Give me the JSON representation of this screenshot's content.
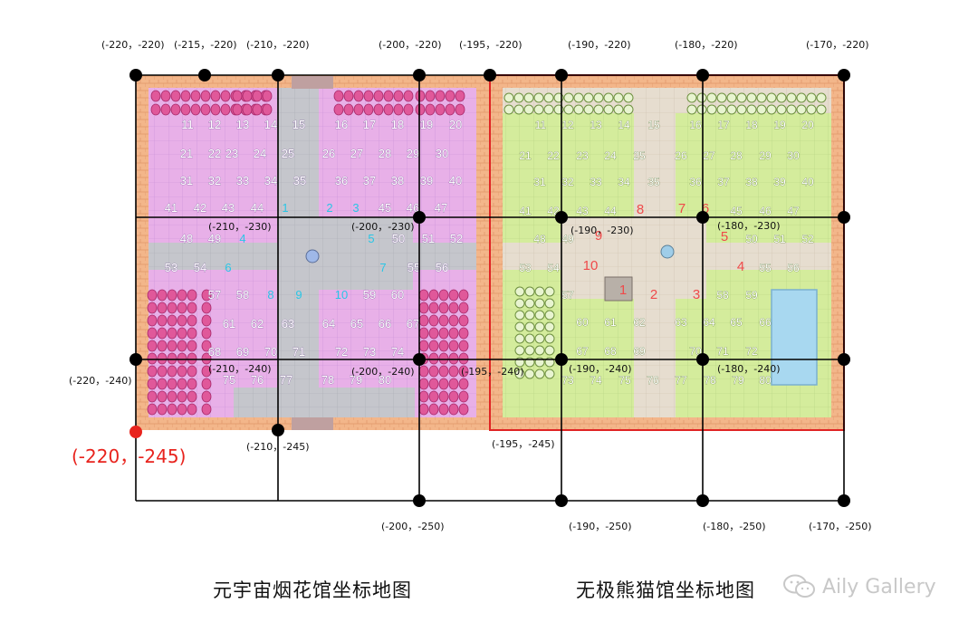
{
  "colors": {
    "pink_park_floor": "#e6a8e6",
    "green_park_floor": "#cfe89a",
    "paving": "#c7c7cc",
    "border_tiles": "#f4b98a",
    "red_frame": "#e02424",
    "origin_marker": "#e8231d"
  },
  "top_labels": [
    "(-220，-220)",
    "(-215，-220)",
    "(-210，-220)",
    "(-200，-220)",
    "(-195，-220)",
    "(-190，-220)",
    "(-180，-220)",
    "(-170，-220)"
  ],
  "mid_labels": [
    "(-210，-230)",
    "(-200，-230)",
    "(-190，-230)",
    "(-180，-230)"
  ],
  "row240_labels": [
    "(-220，-240)",
    "(-210，-240)",
    "(-200，-240)",
    "(-195，-240)",
    "(-190，-240)",
    "(-180，-240)"
  ],
  "row245_labels": [
    "(-210，-245)",
    "(-195，-245)"
  ],
  "origin_label": "(-220，-245)",
  "bottom_labels": [
    "(-200，-250)",
    "(-190，-250)",
    "(-180，-250)",
    "(-170，-250)"
  ],
  "left_map": {
    "title": "元宇宙烟花馆坐标地图",
    "plots": [
      11,
      12,
      13,
      14,
      15,
      16,
      17,
      18,
      19,
      20,
      21,
      22,
      23,
      24,
      25,
      26,
      27,
      28,
      29,
      30,
      31,
      32,
      33,
      34,
      35,
      36,
      37,
      38,
      39,
      40,
      41,
      42,
      43,
      44,
      45,
      46,
      47,
      48,
      49,
      50,
      51,
      52,
      53,
      54,
      55,
      56,
      57,
      58,
      59,
      60,
      61,
      62,
      63,
      64,
      65,
      66,
      67,
      68,
      69,
      70,
      71,
      72,
      73,
      74,
      75,
      76,
      77,
      78,
      79,
      80
    ],
    "special_plots": [
      "1",
      "2",
      "3",
      "4",
      "5",
      "6",
      "7",
      "8",
      "9",
      "10"
    ]
  },
  "right_map": {
    "title": "无极熊猫馆坐标地图",
    "plots": [
      11,
      12,
      13,
      14,
      15,
      16,
      17,
      18,
      19,
      20,
      21,
      22,
      23,
      24,
      25,
      26,
      27,
      28,
      29,
      30,
      31,
      32,
      33,
      34,
      35,
      36,
      37,
      38,
      39,
      40,
      41,
      42,
      43,
      44,
      45,
      46,
      47,
      48,
      49,
      50,
      51,
      52,
      53,
      54,
      55,
      56,
      57,
      58,
      59,
      60,
      61,
      62,
      63,
      64,
      65,
      66,
      67,
      68,
      69,
      70,
      71,
      72,
      73,
      74,
      75,
      76,
      77,
      78,
      79,
      80
    ],
    "special_plots": [
      "1",
      "2",
      "3",
      "4",
      "5",
      "6",
      "7",
      "8",
      "9",
      "10"
    ]
  },
  "brand": {
    "icon": "wechat-icon",
    "text": "Aily Gallery"
  }
}
